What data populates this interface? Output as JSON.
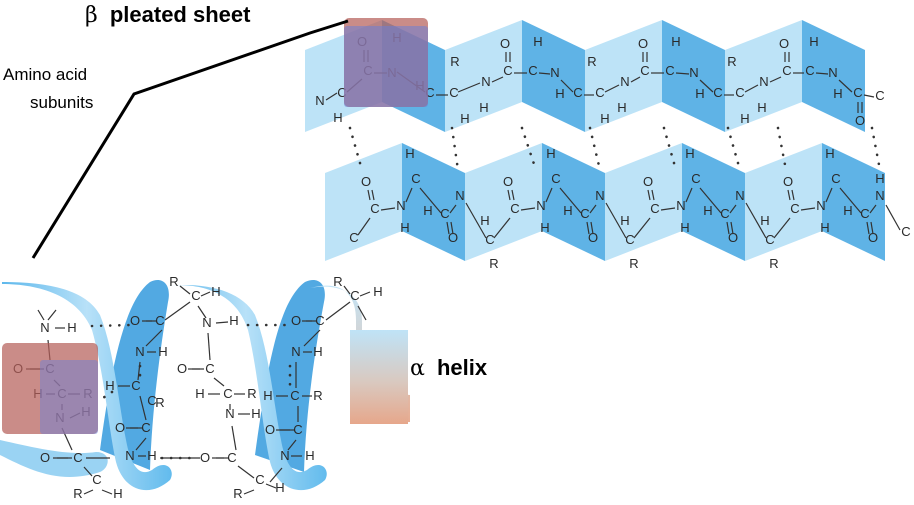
{
  "labels": {
    "beta_symbol": "β",
    "beta_text": "pleated sheet",
    "amino_line1": "Amino acid",
    "amino_line2": "subunits",
    "alpha_symbol": "α",
    "alpha_text": "helix"
  },
  "atoms": {
    "C": "C",
    "N": "N",
    "O": "O",
    "H": "H",
    "R": "R"
  },
  "colors": {
    "sheet_light": "#bde3f7",
    "sheet_dark": "#43a6e2",
    "ribbon": "#8ccdf2",
    "highlight": "#b5605a",
    "highlight_inner": "#6b7fd6"
  }
}
